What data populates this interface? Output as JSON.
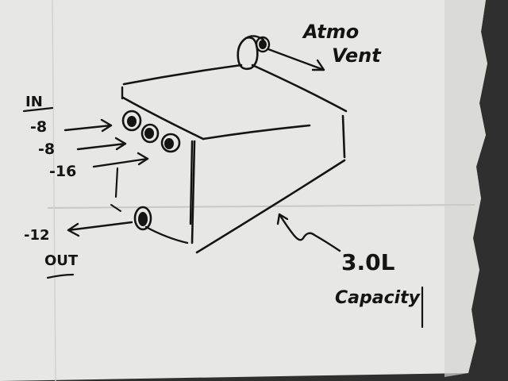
{
  "labels": {
    "in": "IN",
    "in_1": "-8",
    "in_2": "-8",
    "in_3": "-16",
    "out_size": "-12",
    "out": "OUT",
    "atmo": "Atmo",
    "vent": "Vent",
    "capacity_value": "3.0L",
    "capacity_word": "Capacity"
  },
  "colors": {
    "ink": "#141414",
    "paper": "#e6e6e4",
    "background": "#2f2f2f"
  }
}
